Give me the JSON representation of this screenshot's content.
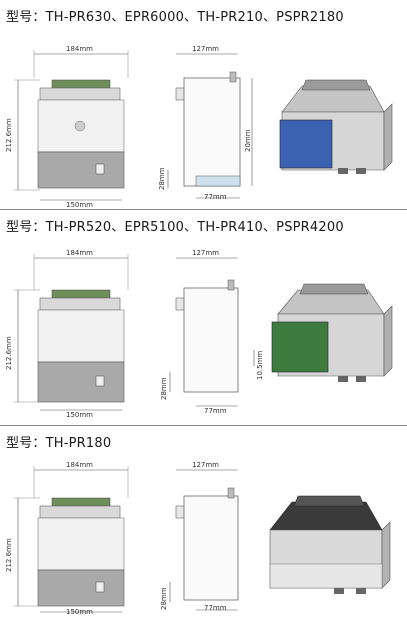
{
  "panels": [
    {
      "title": "型号：TH-PR630、EPR6000、TH-PR210、PSPR2180",
      "board_color": "#3a62b0",
      "dims": {
        "front_width": "184mm",
        "front_height": "212.6mm",
        "base_width": "150mm",
        "side_depth": "127mm",
        "side_height": "20mm",
        "side_bottom": "28mm",
        "side_base": "77mm"
      }
    },
    {
      "title": "型号：TH-PR520、EPR5100、TH-PR410、PSPR4200",
      "board_color": "#3d7a3e",
      "dims": {
        "front_width": "184mm",
        "front_height": "212.6mm",
        "base_width": "150mm",
        "side_depth": "127mm",
        "side_height": "10.5mm",
        "side_bottom": "28mm",
        "side_base": "77mm"
      }
    },
    {
      "title": "型号：TH-PR180",
      "board_color": "",
      "dims": {
        "front_width": "184mm",
        "front_height": "212.6mm",
        "base_width": "150mm",
        "side_depth": "127mm",
        "side_height": "",
        "side_bottom": "28mm",
        "side_base": "77mm"
      }
    }
  ]
}
